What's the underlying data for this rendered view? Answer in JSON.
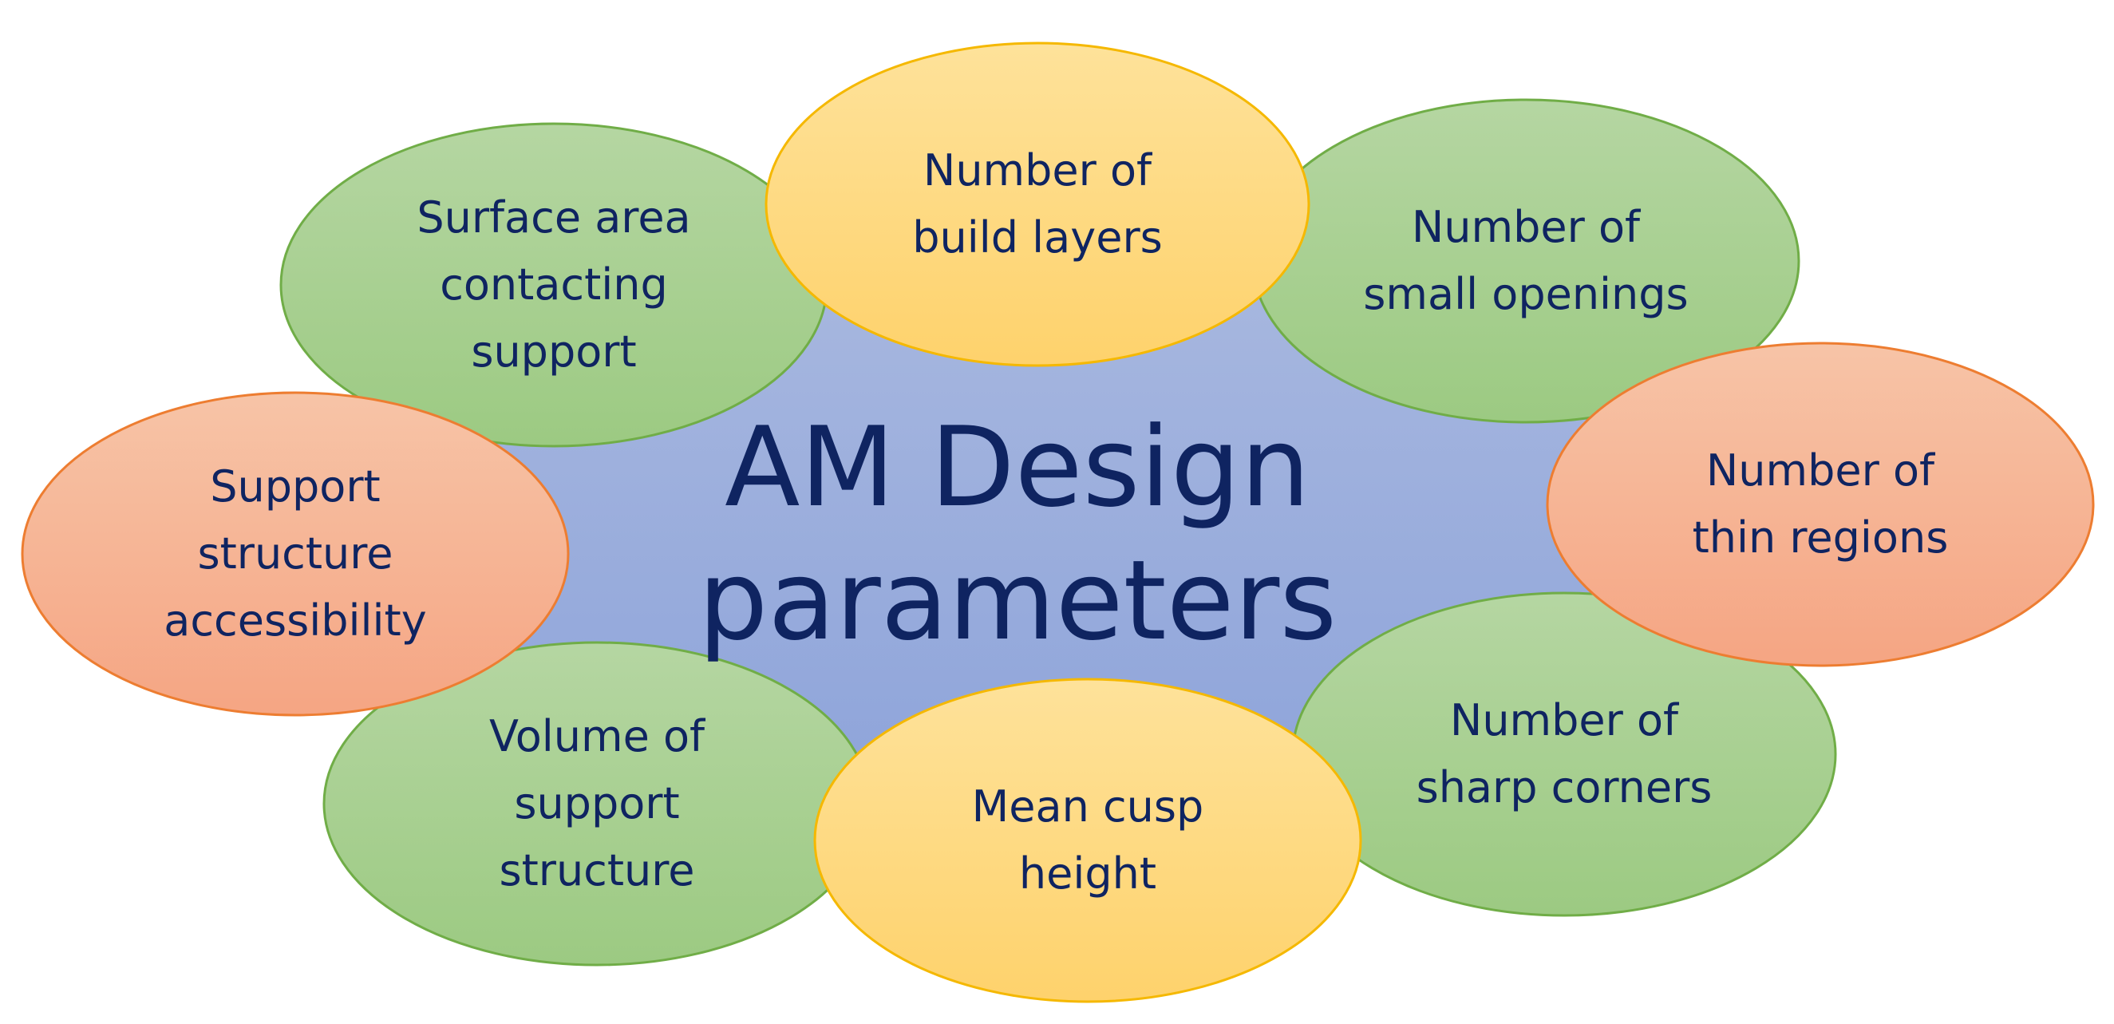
{
  "diagram": {
    "center": {
      "title": "AM Design\nparameters",
      "fill_top": "#a7b7df",
      "fill_bottom": "#8ea4da"
    },
    "palette": {
      "green": {
        "top": "#b5d6a2",
        "bottom": "#9cca82",
        "stroke": "#70ad47"
      },
      "yellow": {
        "top": "#fee29a",
        "bottom": "#fed26c",
        "stroke": "#f5b800"
      },
      "orange": {
        "top": "#f7c4a7",
        "bottom": "#f5a583",
        "stroke": "#ed7d31"
      },
      "text": "#0f2461"
    },
    "bubbles": [
      {
        "id": "surface-area",
        "label": "Surface area\ncontacting\nsupport",
        "color": "green"
      },
      {
        "id": "build-layers",
        "label": "Number of\nbuild layers",
        "color": "yellow"
      },
      {
        "id": "small-openings",
        "label": "Number of\nsmall openings",
        "color": "green"
      },
      {
        "id": "support-accessibility",
        "label": "Support\nstructure\naccessibility",
        "color": "orange"
      },
      {
        "id": "thin-regions",
        "label": "Number of\nthin regions",
        "color": "orange"
      },
      {
        "id": "support-volume",
        "label": "Volume of\nsupport\nstructure",
        "color": "green"
      },
      {
        "id": "cusp-height",
        "label": "Mean cusp\nheight",
        "color": "yellow"
      },
      {
        "id": "sharp-corners",
        "label": "Number of\nsharp corners",
        "color": "green"
      }
    ]
  }
}
